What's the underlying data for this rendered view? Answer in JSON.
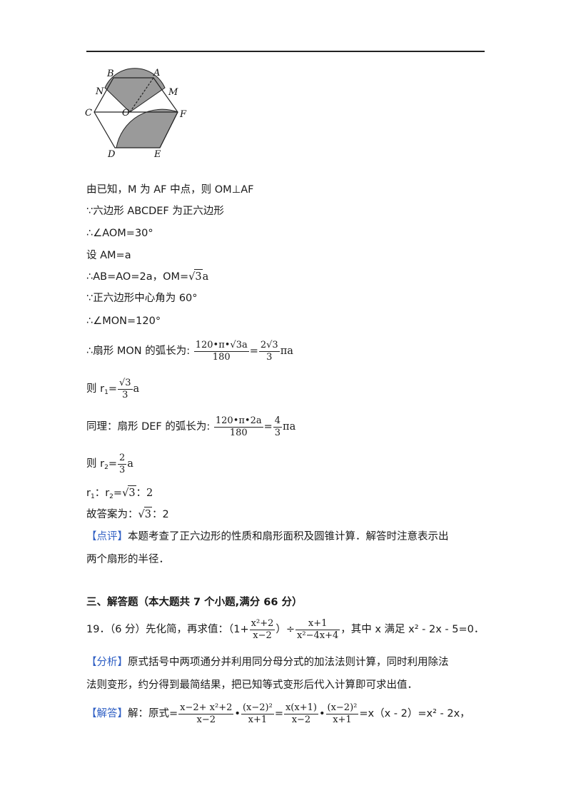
{
  "figure": {
    "labels": {
      "A": "A",
      "B": "B",
      "C": "C",
      "D": "D",
      "E": "E",
      "F": "F",
      "M": "M",
      "N": "N",
      "O": "O"
    }
  },
  "lines": {
    "l1": "由已知，M 为 AF 中点，则 OM⊥AF",
    "l2": "∵六边形 ABCDEF 为正六边形",
    "l3": "∴∠AOM=30°",
    "l4": "设 AM=a",
    "l5_pre": "∴AB=AO=2a，OM=",
    "l5_rad": "3",
    "l5_post": "a",
    "l6": "∵正六边形中心角为 60°",
    "l7": "∴∠MON=120°",
    "l8_pre": "∴扇形 MON 的弧长为:",
    "l8_num": "120•π•√3a",
    "l8_den": "180",
    "l8_eq": "=",
    "l8_num2": "2√3",
    "l8_den2": "3",
    "l8_post": "πa",
    "l9_pre": "则 r",
    "l9_sub": "1",
    "l9_eq": "=",
    "l9_num": "√3",
    "l9_den": "3",
    "l9_post": "a",
    "l10_pre": "同理：扇形 DEF 的弧长为:",
    "l10_num": "120•π•2a",
    "l10_den": "180",
    "l10_eq": "=",
    "l10_num2": "4",
    "l10_den2": "3",
    "l10_post": "πa",
    "l11_pre": "则 r",
    "l11_sub": "2",
    "l11_eq": "=",
    "l11_num": "2",
    "l11_den": "3",
    "l11_post": "a",
    "l12_a": "r",
    "l12_s1": "1",
    "l12_b": "：r",
    "l12_s2": "2",
    "l12_c": "=",
    "l12_rad": "3",
    "l12_d": "：2",
    "l13_pre": "故答案为：",
    "l13_rad": "3",
    "l13_post": "：2",
    "l14_tag": "【点评】",
    "l14_text": "本题考查了正六边形的性质和扇形面积及圆锥计算．解答时注意表示出",
    "l15": "两个扇形的半径．",
    "section": "三、解答题（本大题共 7 个小题,满分 66 分）",
    "q19_pre": "19．（6 分）先化简，再求值：（1+",
    "q19_f1num": "x²+2",
    "q19_f1den": "x−2",
    "q19_mid": "）÷",
    "q19_f2num": "x+1",
    "q19_f2den": "x²−4x+4",
    "q19_post": "，其中 x 满足 x² - 2x - 5=0．",
    "an_tag": "【分析】",
    "an_text": "原式括号中两项通分并利用同分母分式的加法法则计算，同时利用除法",
    "an_text2": "法则变形，约分得到最简结果，把已知等式变形后代入计算即可求出值．",
    "so_tag": "【解答】",
    "so_pre": "解：原式=",
    "so_f1num": "x−2+ x²+2",
    "so_f1den": "x−2",
    "so_dot1": "•",
    "so_f2num": "(x−2)²",
    "so_f2den": "x+1",
    "so_eq": "=",
    "so_f3num": "x(x+1)",
    "so_f3den": "x−2",
    "so_dot2": "•",
    "so_f4num": "(x−2)²",
    "so_f4den": "x+1",
    "so_post": "=x（x - 2）=x² - 2x，"
  }
}
